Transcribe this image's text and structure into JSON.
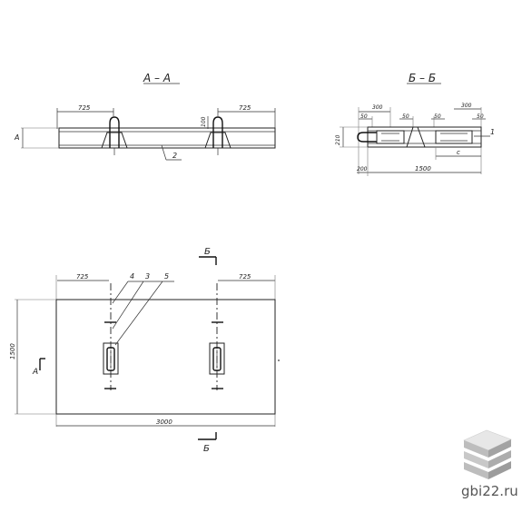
{
  "sections": {
    "section_a_title": "А – А",
    "section_b_title": "Б – Б"
  },
  "section_a": {
    "dim_left": "725",
    "dim_right": "725",
    "dim_small": "100",
    "marker_left": "А",
    "callout": "2"
  },
  "section_b": {
    "dim_top_300_left": "300",
    "dim_top_300_right": "300",
    "dim_50_a": "50",
    "dim_50_b": "50",
    "dim_50_c": "50",
    "dim_50_d": "50",
    "dim_left_vertical": "210",
    "dim_bottom_200": "200",
    "dim_bottom_1500": "1500",
    "dim_c": "с",
    "callout_right": "1"
  },
  "plan": {
    "cut_top": "Б",
    "cut_bottom": "Б",
    "cut_left": "А",
    "dim_top_left": "725",
    "dim_top_right": "725",
    "dim_height": "1500",
    "dim_length": "3000",
    "callout_4": "4",
    "callout_3": "3",
    "callout_5": "5"
  },
  "watermark": {
    "text": "gbi22.ru",
    "logo_icon": "stacked-slabs-logo-icon"
  }
}
